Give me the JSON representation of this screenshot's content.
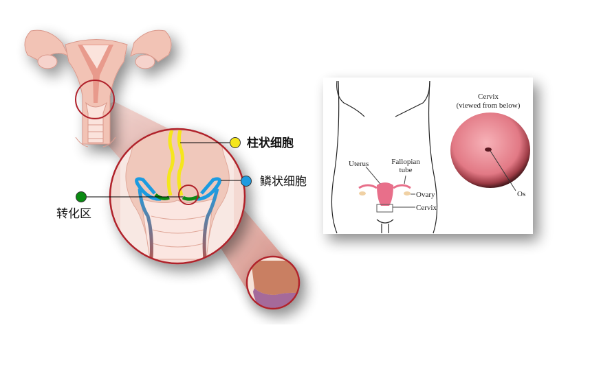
{
  "left_diagram": {
    "labels": {
      "columnar_cells": "柱状细胞",
      "squamous_cells": "鳞状细胞",
      "transformation_zone": "转化区"
    },
    "colors": {
      "columnar": "#f5e61a",
      "squamous": "#1e9be0",
      "transformation": "#0a8a12",
      "circle_outline": "#b0202a",
      "tissue": "#f0c8bb"
    }
  },
  "right_panel": {
    "title_line1": "Cervix",
    "title_line2": "(viewed from below)",
    "labels": {
      "uterus": "Uterus",
      "fallopian_line1": "Fallopian",
      "fallopian_line2": "tube",
      "ovary": "Ovary",
      "cervix": "Cervix",
      "os": "Os"
    }
  }
}
